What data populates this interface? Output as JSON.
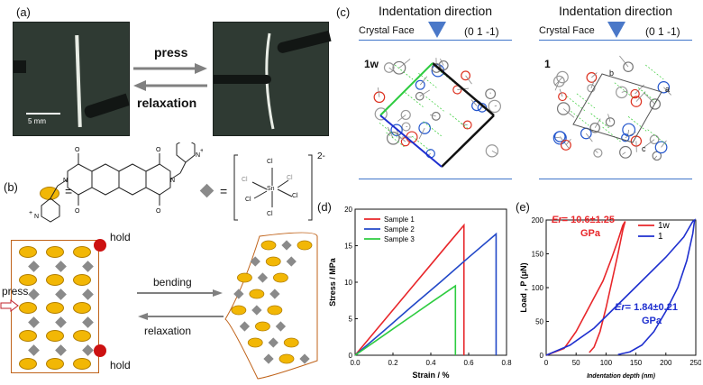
{
  "panel_a": {
    "label": "(a)",
    "press": "press",
    "relaxation": "relaxation",
    "scale": "5 mm"
  },
  "panel_b": {
    "label": "(b)",
    "equals_1": "=",
    "equals_2": "=",
    "cl": "Cl",
    "sn": "Sn",
    "charge": "2-",
    "n_plus_top": "N",
    "n_plus_bottom": "N",
    "plus": "+",
    "o": "O",
    "n": "N",
    "hold_top": "hold",
    "hold_bottom": "hold",
    "press": "press",
    "bending": "bending",
    "relaxation": "relaxation"
  },
  "panel_c": {
    "label": "(c)",
    "left": {
      "title": "Indentation direction",
      "face": "Crystal Face",
      "index": "(0 1 -1)",
      "crystal": "1w"
    },
    "right": {
      "title": "Indentation direction",
      "face": "Crystal Face",
      "index": "(0 1 -1)",
      "crystal": "1",
      "axis_b": "b",
      "axis_a": "a",
      "axis_c": "c"
    }
  },
  "panel_d": {
    "label": "(d)",
    "chart_data": {
      "type": "line",
      "xlabel": "Strain / %",
      "ylabel": "Stress / MPa",
      "xlim": [
        0,
        0.8
      ],
      "ylim": [
        0,
        20
      ],
      "xticks": [
        0.0,
        0.2,
        0.4,
        0.6,
        0.8
      ],
      "xtick_labels": [
        "0.0",
        "0.2",
        "0.4",
        "0.6",
        "0.8"
      ],
      "yticks": [
        0,
        5,
        10,
        15,
        20
      ],
      "ytick_labels": [
        "0",
        "5",
        "10",
        "15",
        "20"
      ],
      "legend": "top-left",
      "series": [
        {
          "name": "Sample 1",
          "color": "#e8262a",
          "x": [
            0,
            0.1,
            0.2,
            0.3,
            0.4,
            0.5,
            0.575,
            0.575
          ],
          "y": [
            0,
            3.1,
            6.2,
            9.3,
            12.4,
            15.5,
            17.8,
            0
          ]
        },
        {
          "name": "Sample 2",
          "color": "#2248c8",
          "x": [
            0,
            0.15,
            0.3,
            0.45,
            0.6,
            0.745,
            0.745
          ],
          "y": [
            0,
            3.3,
            6.7,
            10.0,
            13.4,
            16.6,
            0
          ]
        },
        {
          "name": "Sample 3",
          "color": "#2ecc40",
          "x": [
            0,
            0.1,
            0.2,
            0.3,
            0.4,
            0.53,
            0.53
          ],
          "y": [
            0,
            1.8,
            3.6,
            5.4,
            7.2,
            9.5,
            0
          ]
        }
      ]
    }
  },
  "panel_e": {
    "label": "(e)",
    "er_1w_label": "Er",
    "er_1w_value": "= 10.6±1.25",
    "er_1w_unit": "GPa",
    "er_1_label": "Er",
    "er_1_value": "= 1.84±0.21",
    "er_1_unit": "GPa",
    "chart_data": {
      "type": "line",
      "xlabel": "Indentation depth (nm)",
      "ylabel": "Load , P (μN)",
      "xlim": [
        0,
        250
      ],
      "ylim": [
        0,
        200
      ],
      "xticks": [
        0,
        50,
        100,
        150,
        200,
        250
      ],
      "xtick_labels": [
        "0",
        "50",
        "100",
        "150",
        "200",
        "250"
      ],
      "yticks": [
        0,
        50,
        100,
        150,
        200
      ],
      "ytick_labels": [
        "0",
        "50",
        "100",
        "150",
        "200"
      ],
      "legend": "top-right",
      "series": [
        {
          "name": "1w",
          "color": "#e8262a",
          "x": [
            0,
            30,
            50,
            65,
            80,
            95,
            110,
            120,
            128,
            132,
            128,
            120,
            110,
            100,
            90,
            80,
            72
          ],
          "y": [
            0,
            10,
            35,
            60,
            85,
            110,
            145,
            170,
            192,
            198,
            185,
            150,
            110,
            70,
            35,
            12,
            4
          ]
        },
        {
          "name": "1",
          "color": "#1e2fcf",
          "x": [
            0,
            40,
            80,
            120,
            160,
            200,
            230,
            245,
            248,
            245,
            235,
            220,
            200,
            180,
            160,
            140,
            120
          ],
          "y": [
            0,
            15,
            40,
            75,
            110,
            145,
            175,
            198,
            200,
            180,
            140,
            100,
            65,
            35,
            15,
            5,
            1
          ]
        }
      ]
    }
  }
}
